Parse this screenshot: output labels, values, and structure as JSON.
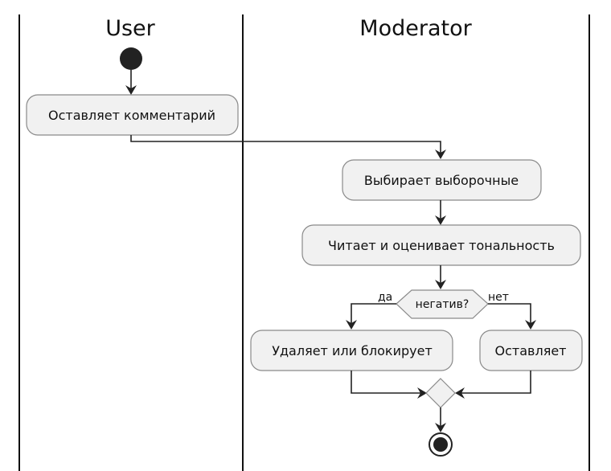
{
  "lanes": {
    "user": "User",
    "moderator": "Moderator"
  },
  "nodes": {
    "leave_comment": "Оставляет комментарий",
    "choose_sample": "Выбирает выборочные",
    "read_tone": "Читает и оценивает тональность",
    "decision": "негатив?",
    "delete_block": "Удаляет или блокирует",
    "leave": "Оставляет"
  },
  "branches": {
    "yes": "да",
    "no": "нет"
  },
  "colors": {
    "node_fill": "#f1f1f1",
    "node_border": "#8a8a8a",
    "line": "#222222"
  }
}
